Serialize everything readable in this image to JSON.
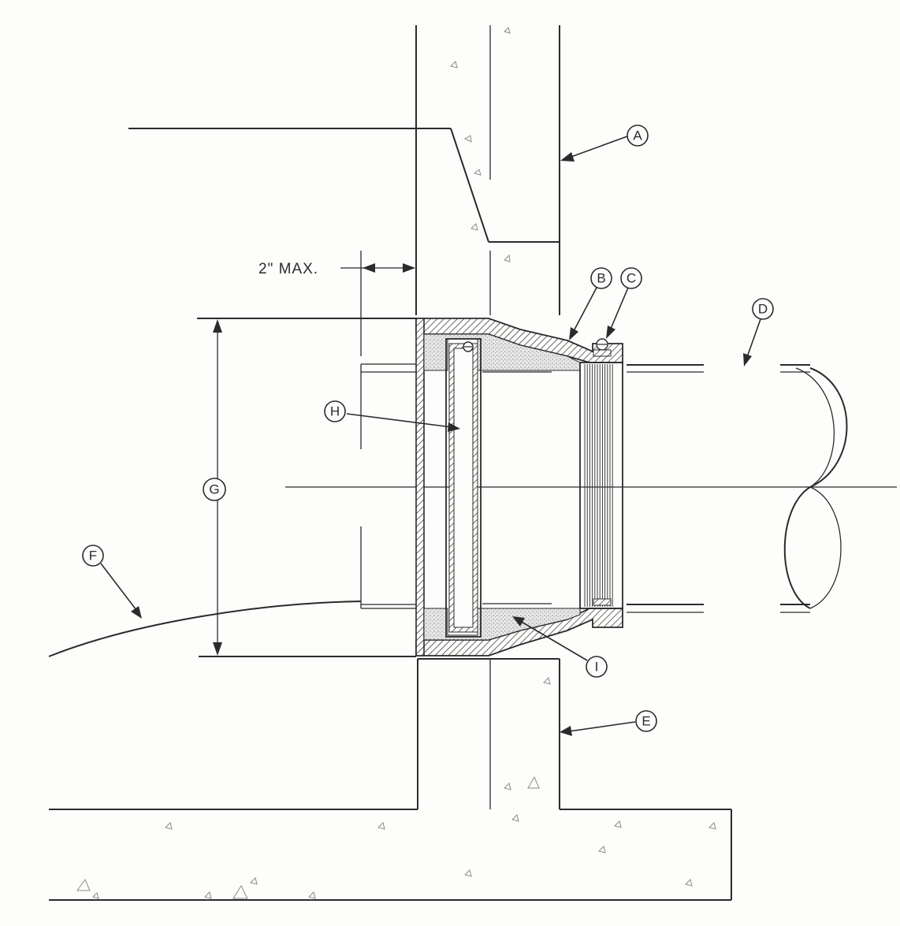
{
  "dimension": {
    "max_gap": "2\" MAX."
  },
  "callouts": [
    {
      "id": "A",
      "label": "A"
    },
    {
      "id": "B",
      "label": "B"
    },
    {
      "id": "C",
      "label": "C"
    },
    {
      "id": "D",
      "label": "D"
    },
    {
      "id": "E",
      "label": "E"
    },
    {
      "id": "F",
      "label": "F"
    },
    {
      "id": "G",
      "label": "G"
    },
    {
      "id": "H",
      "label": "H"
    },
    {
      "id": "I",
      "label": "I"
    }
  ],
  "colors": {
    "line": "#2b2b2b",
    "paper": "#fdfdfb",
    "grout": "#bdbdbd"
  }
}
